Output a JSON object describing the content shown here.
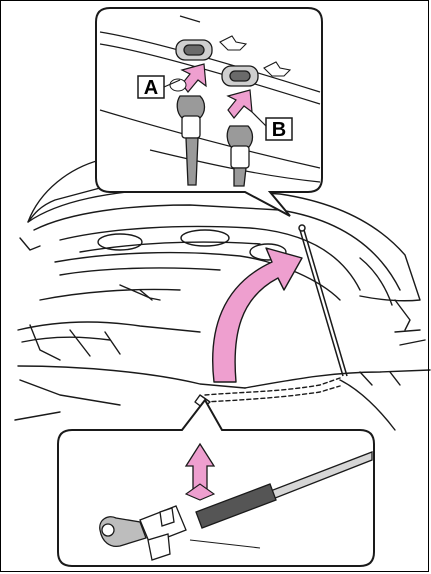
{
  "figure": {
    "callout_labels": {
      "a": "A",
      "b": "B"
    },
    "colors": {
      "arrow_pink": "#ee9fcf",
      "line": "#1a1a1a",
      "inset_fill": "#ffffff",
      "hose": "#9a9a9a",
      "hose_sleeve": "#555555"
    },
    "icons": [
      "hood-open-diagram",
      "washer-nozzle-connectors",
      "hose-connector",
      "hood-open-arrow",
      "pull-up-arrow"
    ]
  }
}
